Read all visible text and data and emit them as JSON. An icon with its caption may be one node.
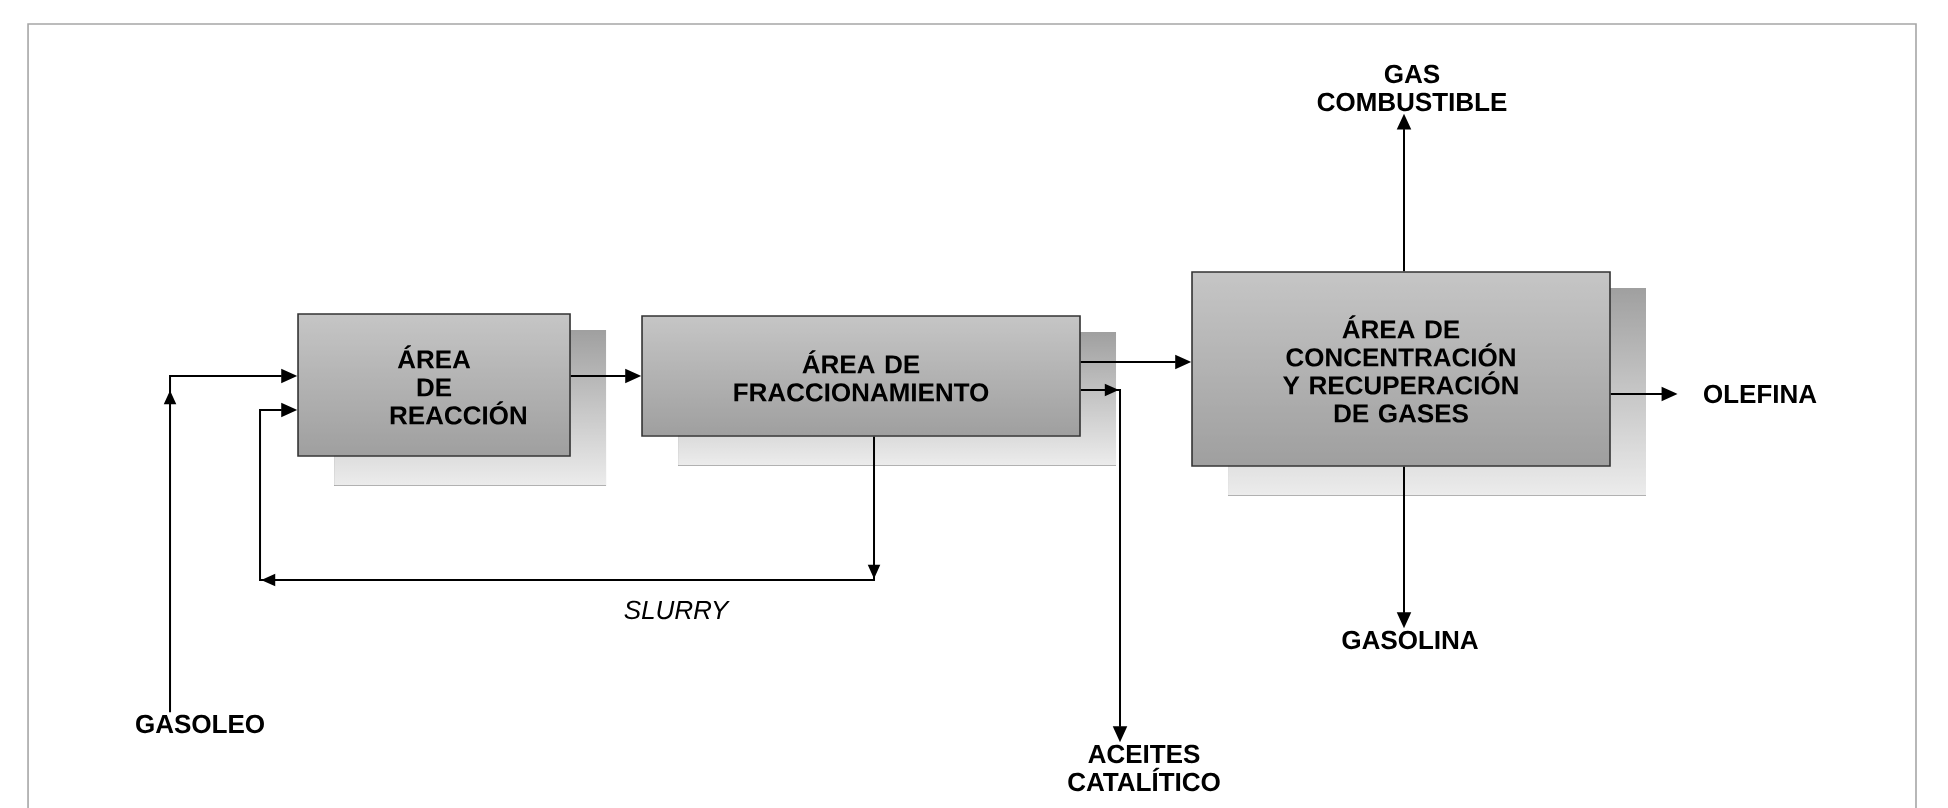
{
  "diagram": {
    "nodes": [
      {
        "text": [
          "GASOLEO"
        ]
      },
      {
        "text": [
          "ÁREA DE REACCIÓN"
        ]
      },
      {
        "text": [
          "ÁREA DE FRACCIONAMIENTO"
        ]
      },
      {
        "text": [
          "ÁREA DE CONCENTRACIÓN Y RECUPERACIÓN DE GASES"
        ]
      },
      {
        "text": [
          "GAS COMBUSTIBLE"
        ]
      },
      {
        "text": [
          "OLEFINA"
        ]
      },
      {
        "text": [
          "GASOLINA"
        ]
      },
      {
        "text": [
          "ACEITES CATALÍTICO"
        ]
      }
    ],
    "edges": [
      {
        "from": 0,
        "to": 1,
        "arrow": "to"
      },
      {
        "from": 1,
        "to": 2,
        "arrow": "to"
      },
      {
        "from": 2,
        "to": 3,
        "arrow": "to"
      },
      {
        "from": 2,
        "to": 7,
        "arrow": "to"
      },
      {
        "from": 2,
        "to": 1,
        "arrow": "to",
        "label": "SLURRY"
      },
      {
        "from": 3,
        "to": 4,
        "arrow": "to"
      },
      {
        "from": 3,
        "to": 5,
        "arrow": "to"
      },
      {
        "from": 3,
        "to": 6,
        "arrow": "to"
      }
    ]
  }
}
